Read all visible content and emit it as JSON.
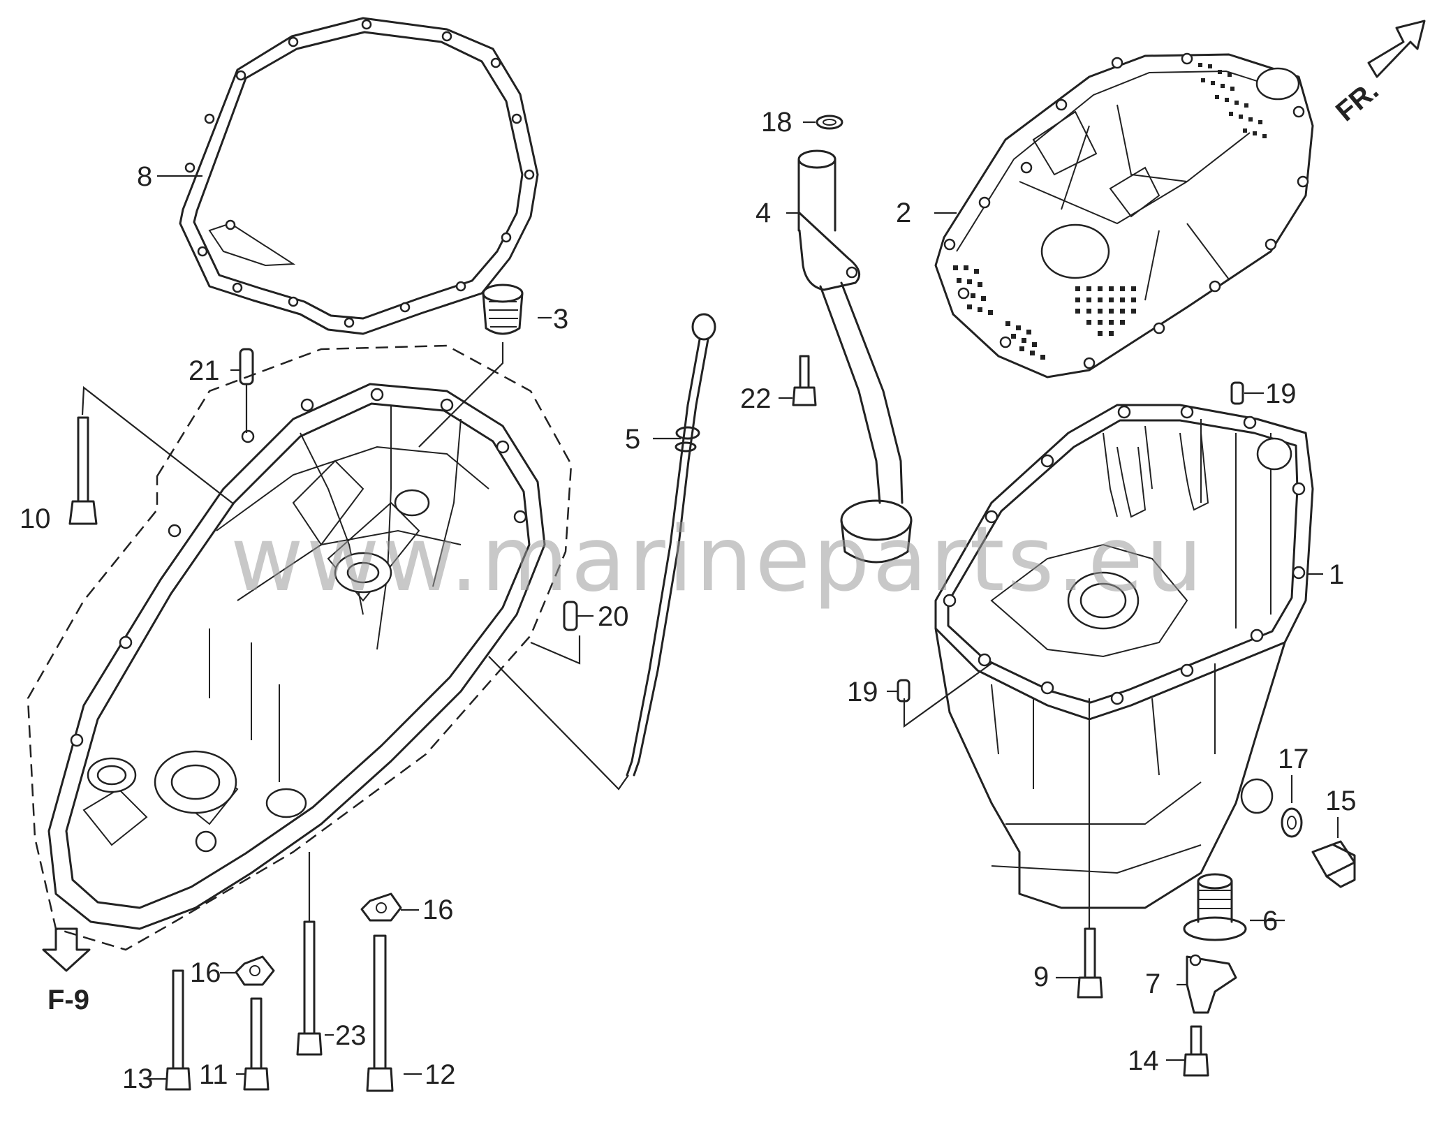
{
  "watermark": "www.marineparts.eu",
  "direction": {
    "front_label": "FR.",
    "reference_label": "F-9"
  },
  "callouts": {
    "c1": "1",
    "c2": "2",
    "c3": "3",
    "c4": "4",
    "c5": "5",
    "c6": "6",
    "c7": "7",
    "c8": "8",
    "c9": "9",
    "c10": "10",
    "c11": "11",
    "c12": "12",
    "c13": "13",
    "c14": "14",
    "c15": "15",
    "c16a": "16",
    "c16b": "16",
    "c17": "17",
    "c18": "18",
    "c19a": "19",
    "c19b": "19",
    "c20": "20",
    "c21": "21",
    "c22": "22",
    "c23": "23"
  },
  "colors": {
    "line": "#222222",
    "background": "#ffffff",
    "watermark": "#9a9a9a"
  }
}
